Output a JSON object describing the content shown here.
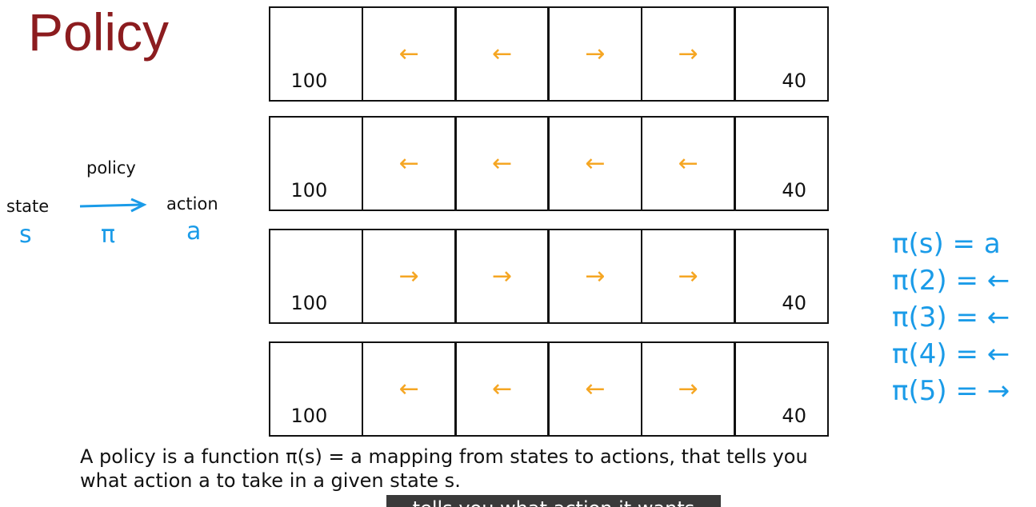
{
  "title": "Policy",
  "diagram": {
    "policy_label": "policy",
    "state_label": "state",
    "action_label": "action",
    "state_symbol": "s",
    "policy_symbol": "π",
    "action_symbol": "a"
  },
  "grids": [
    {
      "left": "100",
      "right": "40",
      "arrows": [
        "←",
        "←",
        "→",
        "→"
      ]
    },
    {
      "left": "100",
      "right": "40",
      "arrows": [
        "←",
        "←",
        "←",
        "←"
      ]
    },
    {
      "left": "100",
      "right": "40",
      "arrows": [
        "→",
        "→",
        "→",
        "→"
      ]
    },
    {
      "left": "100",
      "right": "40",
      "arrows": [
        "←",
        "←",
        "←",
        "→"
      ]
    }
  ],
  "equations": [
    "π(s) = a",
    "π(2) = ←",
    "π(3) = ←",
    "π(4) = ←",
    "π(5) = →"
  ],
  "caption": {
    "line1": "A policy is a function π(s) = a mapping from states to actions, that tells you",
    "line2": "what action a to take in a given state s."
  },
  "subtitle": "tells you what action it wants",
  "colors": {
    "title": "#8c1c1f",
    "arrows": "#f5a623",
    "handwriting": "#1a9be8"
  }
}
